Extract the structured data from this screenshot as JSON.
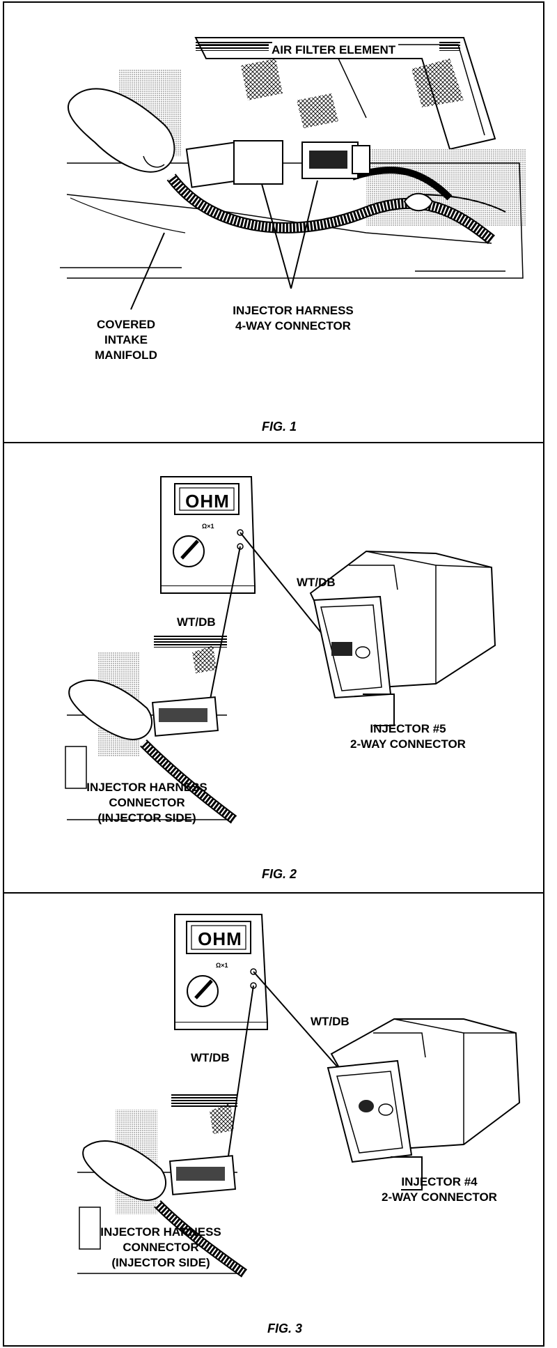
{
  "figures": [
    {
      "caption": "FIG. 1",
      "labels": {
        "air_filter": "AIR FILTER ELEMENT",
        "harness_line1": "INJECTOR HARNESS",
        "harness_line2": "4-WAY CONNECTOR",
        "manifold_line1": "COVERED",
        "manifold_line2": "INTAKE",
        "manifold_line3": "MANIFOLD"
      }
    },
    {
      "caption": "FIG. 2",
      "meter": {
        "display": "OHM",
        "range": "Ω×1"
      },
      "labels": {
        "lead_upper": "WT/DB",
        "lead_lower": "WT/DB",
        "injector_line1": "INJECTOR #5",
        "injector_line2": "2-WAY CONNECTOR",
        "harness_line1": "INJECTOR HARNESS",
        "harness_line2": "CONNECTOR",
        "harness_line3": "(INJECTOR SIDE)"
      }
    },
    {
      "caption": "FIG. 3",
      "meter": {
        "display": "OHM",
        "range": "Ω×1"
      },
      "labels": {
        "lead_upper": "WT/DB",
        "lead_lower": "WT/DB",
        "injector_line1": "INJECTOR #4",
        "injector_line2": "2-WAY CONNECTOR",
        "harness_line1": "INJECTOR HARNESS",
        "harness_line2": "CONNECTOR",
        "harness_line3": "(INJECTOR SIDE)"
      }
    }
  ],
  "colors": {
    "ink": "#000000",
    "paper": "#ffffff",
    "shade": "#8a8a8a"
  }
}
